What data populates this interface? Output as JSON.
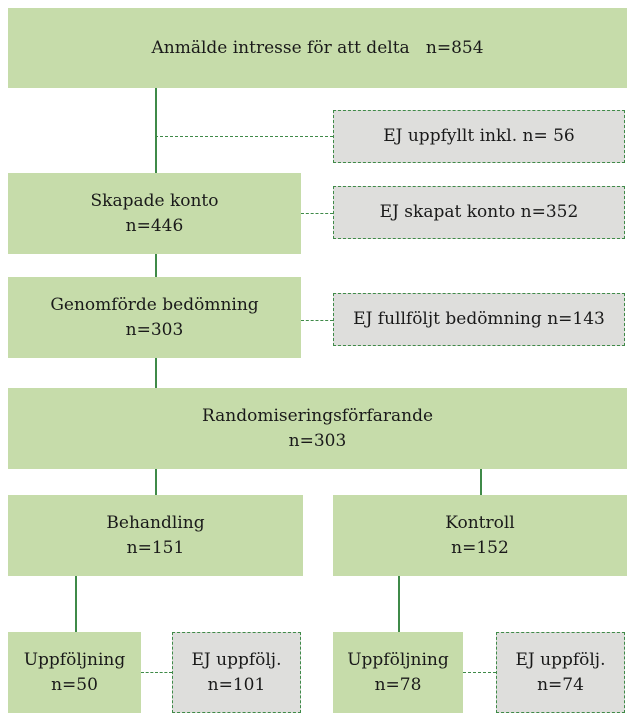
{
  "nodes": {
    "interest": {
      "label": "Anmälde intresse för att delta",
      "n": "n=854"
    },
    "not_fulfilled": {
      "label": "EJ uppfyllt inkl.",
      "n": "n= 56"
    },
    "account": {
      "label": "Skapade konto",
      "n": "n=446"
    },
    "no_account": {
      "label": "EJ skapat konto",
      "n": "n=352"
    },
    "assessment": {
      "label": "Genomförde bedömning",
      "n": "n=303"
    },
    "no_assessment": {
      "label": "EJ fullföljt bedömning",
      "n": "n=143"
    },
    "randomization": {
      "label": "Randomiseringsförfarande",
      "n": "n=303"
    },
    "treatment": {
      "label": "Behandling",
      "n": "n=151"
    },
    "control": {
      "label": "Kontroll",
      "n": "n=152"
    },
    "followup_treatment": {
      "label": "Uppföljning",
      "n": "n=50"
    },
    "no_followup_treatment": {
      "label": "EJ uppfölj.",
      "n": "n=101"
    },
    "followup_control": {
      "label": "Uppföljning",
      "n": "n=78"
    },
    "no_followup_control": {
      "label": "EJ uppfölj.",
      "n": "n=74"
    }
  },
  "colors": {
    "box_green": "#c6dcaa",
    "box_gray": "#dededc",
    "connector": "#3f8a48"
  }
}
